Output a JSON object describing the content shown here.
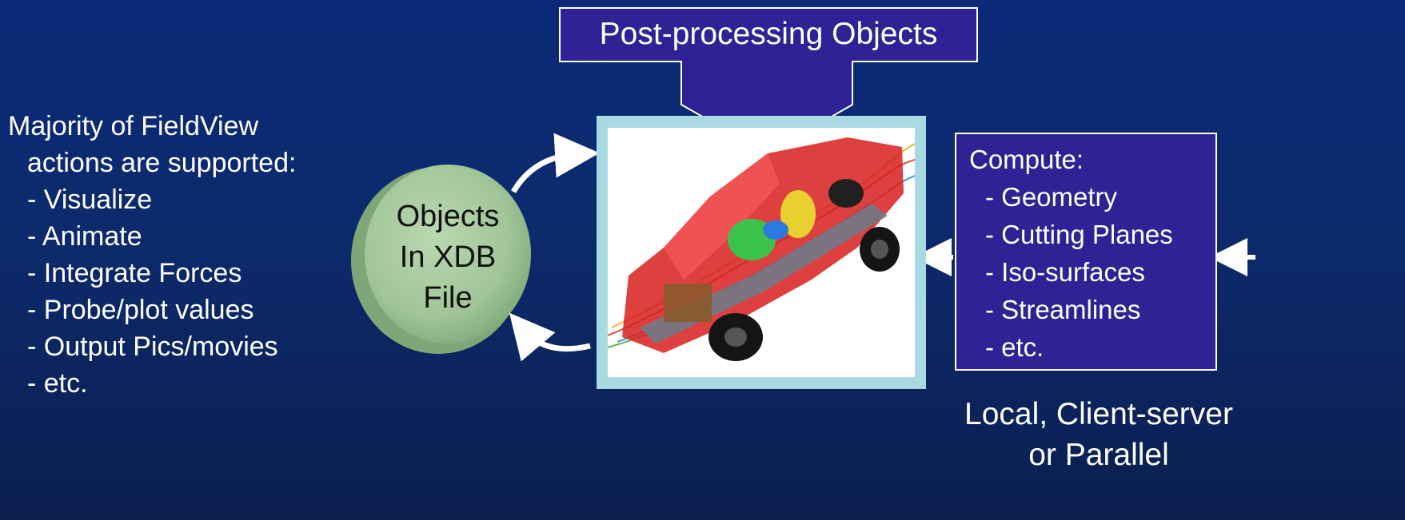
{
  "left_panel": {
    "lines": [
      "Majority of FieldView",
      "actions are supported:",
      "- Visualize",
      "- Animate",
      "- Integrate Forces",
      "- Probe/plot values",
      "- Output Pics/movies",
      "- etc."
    ]
  },
  "callout": {
    "title": "Post-processing Objects"
  },
  "disc": {
    "lines": [
      "Objects",
      "In XDB",
      "File"
    ]
  },
  "compute_box": {
    "lines": [
      "Compute:",
      "- Geometry",
      "- Cutting Planes",
      "- Iso-surfaces",
      "- Streamlines",
      "- etc."
    ]
  },
  "note": {
    "lines": [
      "Local, Client-server",
      "or Parallel"
    ]
  },
  "colors": {
    "background_top": "#0a2a78",
    "background_bottom": "#0b1f4f",
    "box_fill": "#2e2295",
    "disc_fill": "#a8cba0",
    "frame": "#a9d9e1",
    "text": "#ffffff"
  },
  "image": {
    "subject": "cutaway pickup truck CFD visualization"
  }
}
